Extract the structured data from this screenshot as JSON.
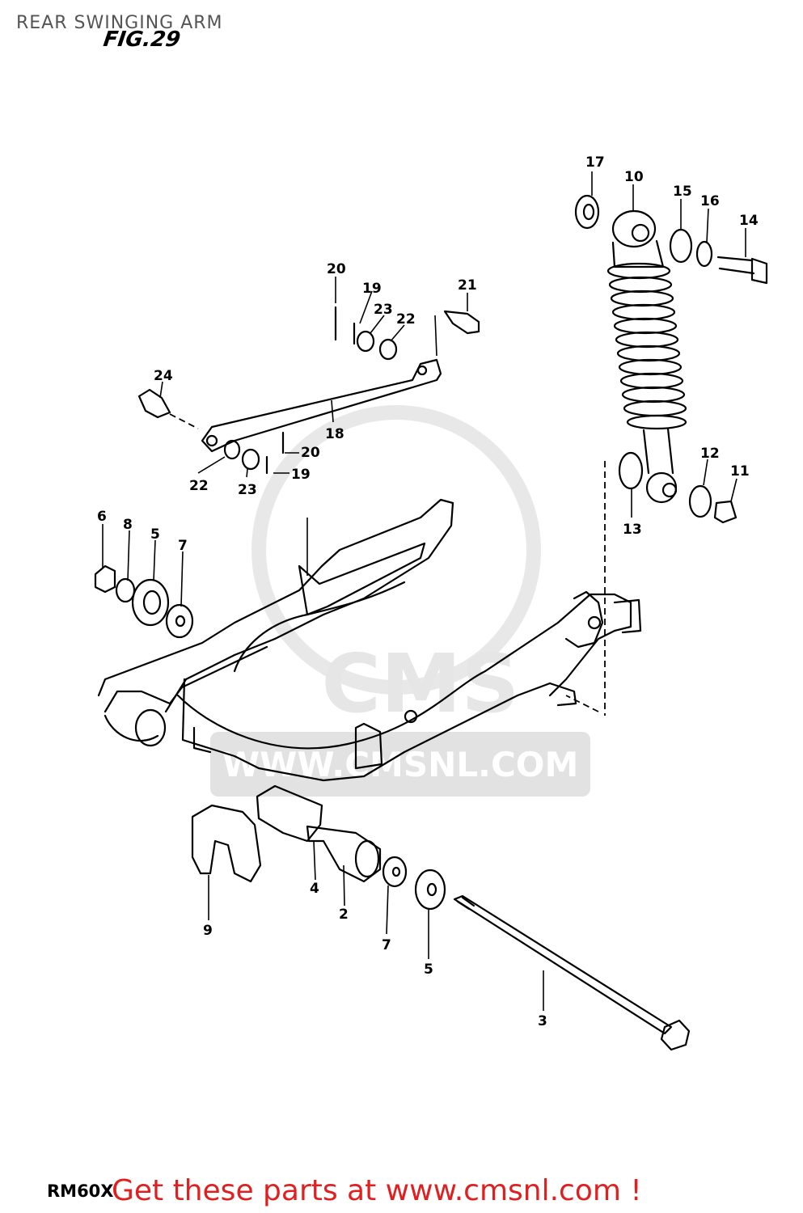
{
  "header": {
    "title": "REAR SWINGING ARM",
    "figure": "FIG.29"
  },
  "watermark": {
    "text": "WWW.CMSNL.COM",
    "logo": "CMS"
  },
  "footer": {
    "model": "RM60X",
    "cta": "Get these parts at www.cmsnl.com !"
  },
  "colors": {
    "cta": "#e02020",
    "ink": "#000000",
    "watermark": "#e2e2e2",
    "header": "#555555"
  },
  "part_labels": [
    "17",
    "10",
    "15",
    "16",
    "14",
    "20",
    "19",
    "23",
    "22",
    "21",
    "24",
    "18",
    "20",
    "22",
    "23",
    "19",
    "12",
    "11",
    "13",
    "6",
    "8",
    "5",
    "7",
    "4",
    "2",
    "9",
    "7",
    "5",
    "3"
  ]
}
